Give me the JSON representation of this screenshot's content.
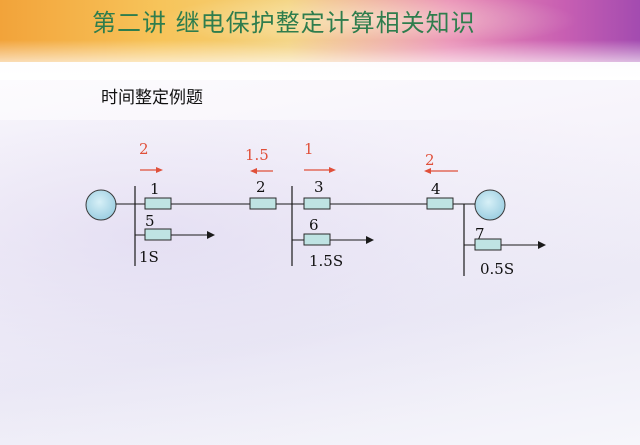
{
  "slide": {
    "title": "第二讲   继电保护整定计算相关知识",
    "subtitle": "时间整定例题"
  },
  "diagram": {
    "breakers": [
      {
        "id": "1",
        "label": "1"
      },
      {
        "id": "2",
        "label": "2"
      },
      {
        "id": "3",
        "label": "3"
      },
      {
        "id": "4",
        "label": "4"
      },
      {
        "id": "5",
        "label": "5"
      },
      {
        "id": "6",
        "label": "6"
      },
      {
        "id": "7",
        "label": "7"
      }
    ],
    "direction_labels": [
      {
        "for": "1",
        "value": "2",
        "direction": "right"
      },
      {
        "for": "2",
        "value": "1.5",
        "direction": "left"
      },
      {
        "for": "3",
        "value": "1",
        "direction": "right"
      },
      {
        "for": "4",
        "value": "2",
        "direction": "left"
      }
    ],
    "time_labels": [
      {
        "for": "5",
        "value": "1S"
      },
      {
        "for": "6",
        "value": "1.5S"
      },
      {
        "for": "7",
        "value": "0.5S"
      }
    ],
    "colors": {
      "breaker_fill": "#bfe3e3",
      "source_fill": "#a9d6e6",
      "line": "#1a1a1a",
      "direction": "#e0503a",
      "title": "#2f7d4d"
    }
  }
}
